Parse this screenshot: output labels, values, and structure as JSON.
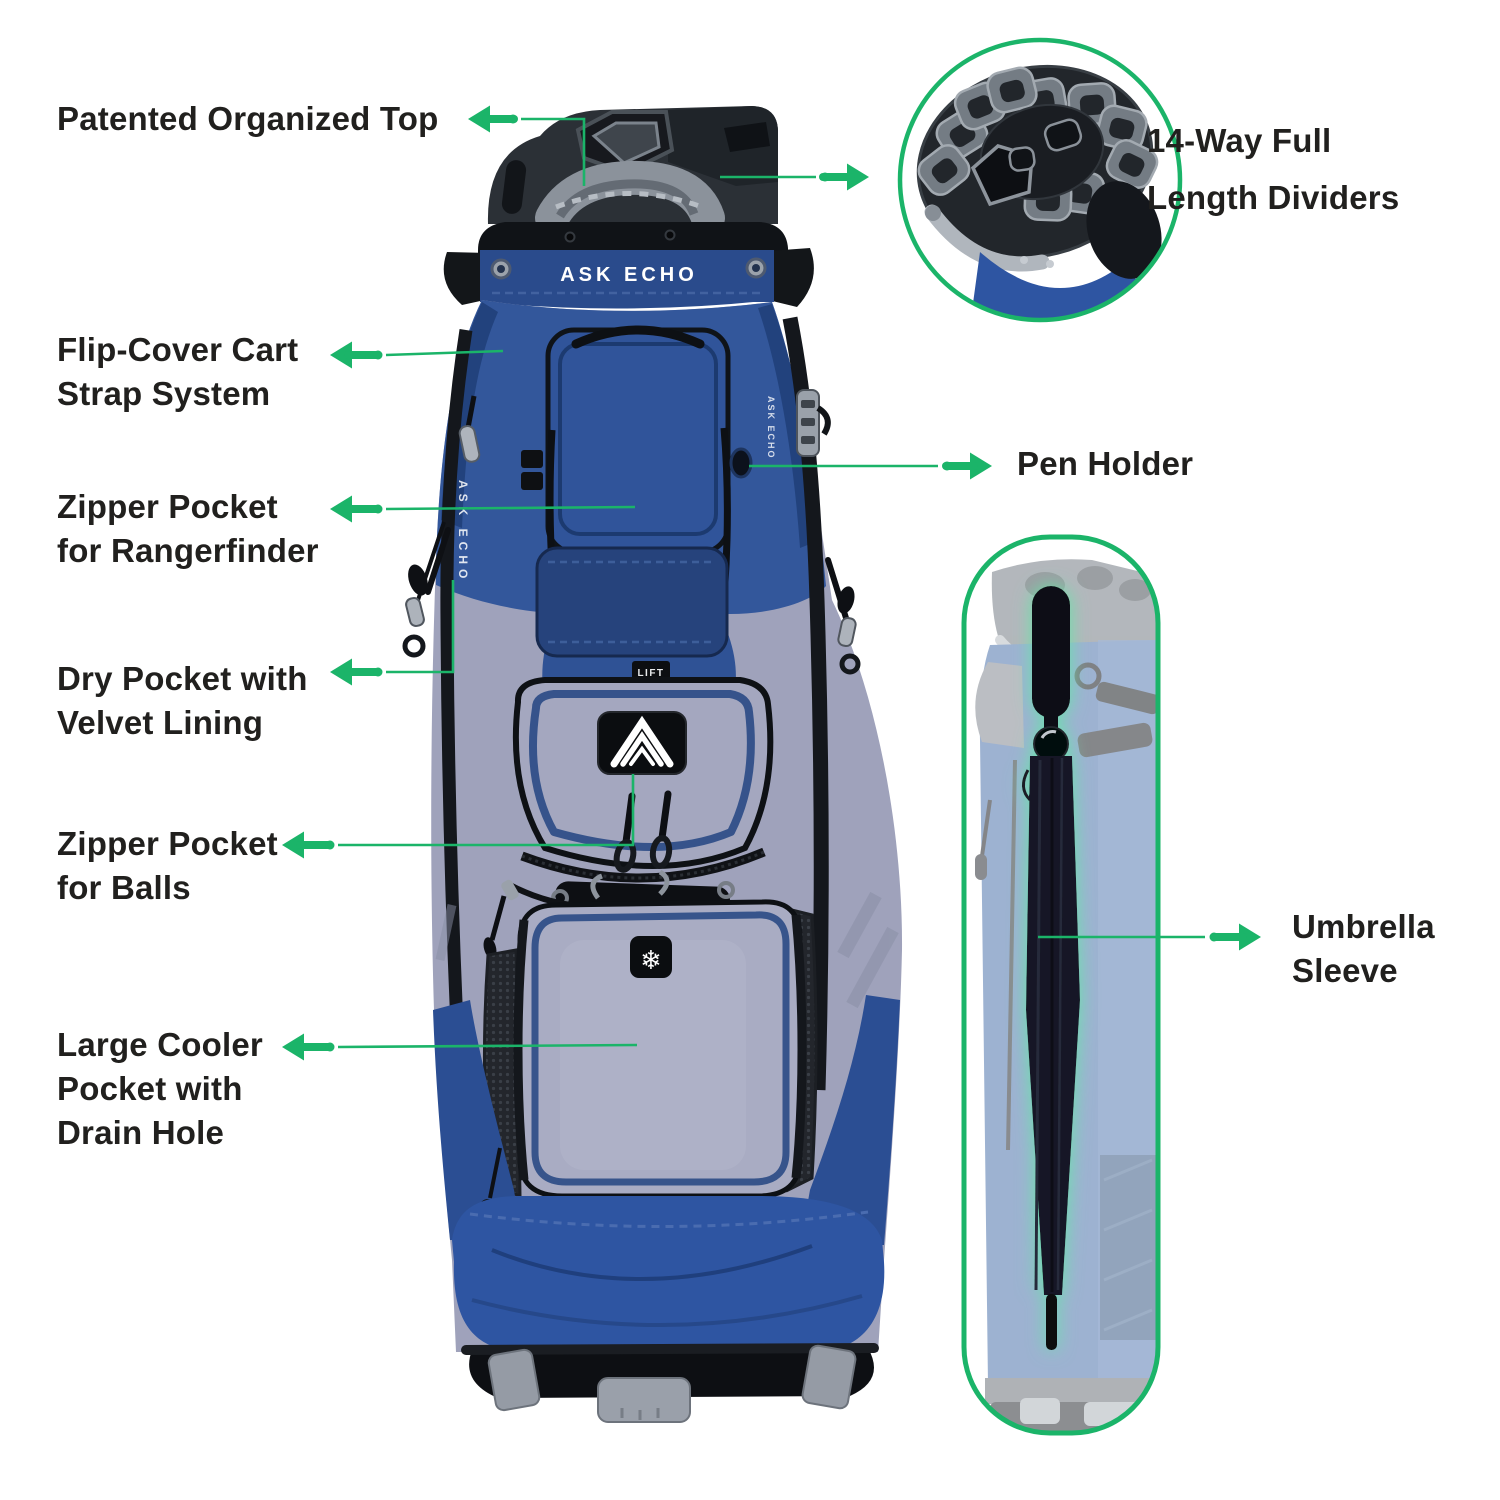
{
  "page": {
    "background": "#FFFFFF",
    "type": "product-feature-infographic"
  },
  "colors": {
    "accent_green": "#1BB469",
    "glow_green": "#63E7A7",
    "label_text": "#21201E",
    "bag_blue": "#33579B",
    "collar_blue": "#2A4B8C",
    "bag_gray": "#9FA2BB",
    "bottom_blue": "#2E55A2",
    "molded_gray": "#2B3036",
    "handle_gray": "#8B929B"
  },
  "callouts": {
    "patented_top": {
      "label": "Patented Organized Top"
    },
    "dividers": {
      "label": "14-Way Full\nLength Dividers"
    },
    "flip_cover": {
      "label": "Flip-Cover Cart\nStrap System"
    },
    "rangefinder": {
      "label": "Zipper Pocket\nfor Rangerfinder"
    },
    "dry_pocket": {
      "label": "Dry Pocket with\nVelvet Lining"
    },
    "pen_holder": {
      "label": "Pen Holder"
    },
    "ball_pocket": {
      "label": "Zipper Pocket\nfor Balls"
    },
    "cooler_pocket": {
      "label": "Large Cooler\nPocket with\nDrain Hole"
    },
    "umbrella": {
      "label": "Umbrella\nSleeve"
    }
  },
  "bag": {
    "brand": "ASK ECHO",
    "lift_tag": "LIFT",
    "snowflake_icon": "❄"
  }
}
